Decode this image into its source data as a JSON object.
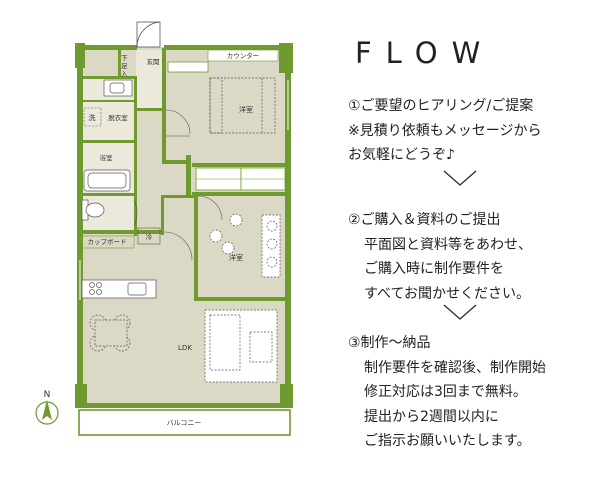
{
  "floorplan": {
    "rooms": {
      "shoe_storage": "下足入",
      "entrance": "玄関",
      "counter": "カウンター",
      "western_room_1": "洋室",
      "washroom_mark": "洗",
      "dressing_room": "脱衣室",
      "bathroom": "浴室",
      "cupboard": "カップボード",
      "fridge": "冷",
      "western_room_2": "洋室",
      "ldk": "LDK",
      "balcony": "バルコニー"
    },
    "north_label": "N",
    "colors": {
      "wall": "#6f9a2e",
      "floor": "#dcd8c6",
      "wet_area": "#ece9dc",
      "fixture": "#ffffff",
      "furniture_line": "#555555"
    }
  },
  "flow": {
    "title": "FLOW",
    "steps": [
      {
        "lines": [
          "①ご要望のヒアリング/ご提案",
          "※見積り依頼もメッセージから",
          "お気軽にどうぞ♪"
        ]
      },
      {
        "lines": [
          "②ご購入＆資料のご提出",
          "平面図と資料等をあわせ、",
          "ご購入時に制作要件を",
          "すべてお聞かせください。"
        ]
      },
      {
        "lines": [
          "③制作～納品",
          "制作要件を確認後、制作開始",
          "修正対応は3回まで無料。",
          "提出から2週間以内に",
          "ご指示お願いいたします。"
        ]
      }
    ]
  }
}
